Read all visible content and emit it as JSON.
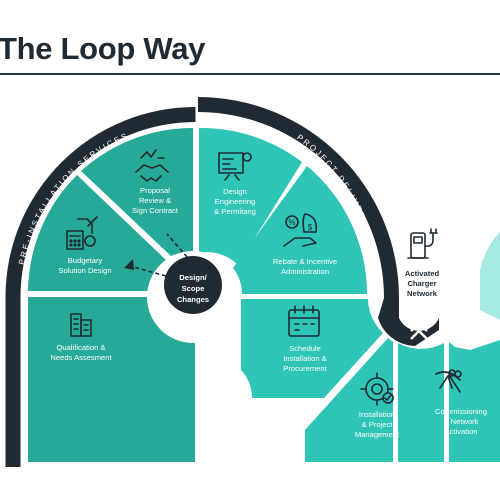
{
  "title": "The Loop Way",
  "band_left": "PRE-INSTALLATION SERVICES",
  "band_right": "PROJECT DELIVERY SERVICES",
  "center_label": [
    "Design/",
    "Scope",
    "Changes"
  ],
  "steps": [
    {
      "label": [
        "Qualification &",
        "Needs Assesment"
      ],
      "icon": "office-building-icon"
    },
    {
      "label": [
        "Budgetary",
        "Solution Design"
      ],
      "icon": "budget-calculator-icon"
    },
    {
      "label": [
        "Proposal",
        "Review &",
        "Sign Contract"
      ],
      "icon": "handshake-icon"
    },
    {
      "label": [
        "Design",
        "Engineering",
        "& Permitang"
      ],
      "icon": "engineering-blueprint-icon"
    },
    {
      "label": [
        "Rebate & Incentive",
        "Administration"
      ],
      "icon": "rebate-hand-icon"
    },
    {
      "label": [
        "Schedule",
        "Installation &",
        "Procurement"
      ],
      "icon": "calendar-icon"
    },
    {
      "label": [
        "Installation",
        "& Project",
        "Management"
      ],
      "icon": "gear-wrench-icon"
    },
    {
      "label": [
        "Commissioning",
        "& Network",
        "Activation"
      ],
      "icon": "ribbon-cutting-icon"
    }
  ],
  "activated": {
    "label": [
      "Activated",
      "Charger",
      "Network"
    ],
    "icon": "ev-charger-icon"
  },
  "colors": {
    "dark": "#1f2a33",
    "pre": "#26a996",
    "delivery": "#2ec4b6",
    "delivery_light": "#a6e9e1",
    "white": "#ffffff"
  }
}
